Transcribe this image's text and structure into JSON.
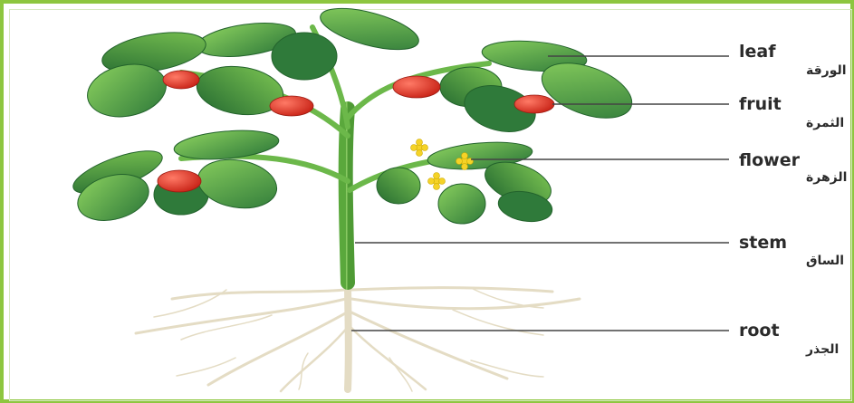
{
  "labels": [
    {
      "id": "leaf",
      "en": "leaf",
      "ar": "الورقة"
    },
    {
      "id": "fruit",
      "en": "fruit",
      "ar": "الثمرة"
    },
    {
      "id": "flower",
      "en": "flower",
      "ar": "الزهرة"
    },
    {
      "id": "stem",
      "en": "stem",
      "ar": "الساق"
    },
    {
      "id": "root",
      "en": "root",
      "ar": "الجذر"
    }
  ],
  "colors": {
    "frame": "#8dc63f",
    "leaf_dark": "#2f7a3a",
    "leaf_light": "#6fbf4a",
    "stem": "#7cc45a",
    "fruit": "#e23b2e",
    "flower": "#f5d327",
    "root": "#e9e1cc",
    "leader_line": "#444444"
  },
  "icons": [
    "tomato-plant-illustration"
  ]
}
